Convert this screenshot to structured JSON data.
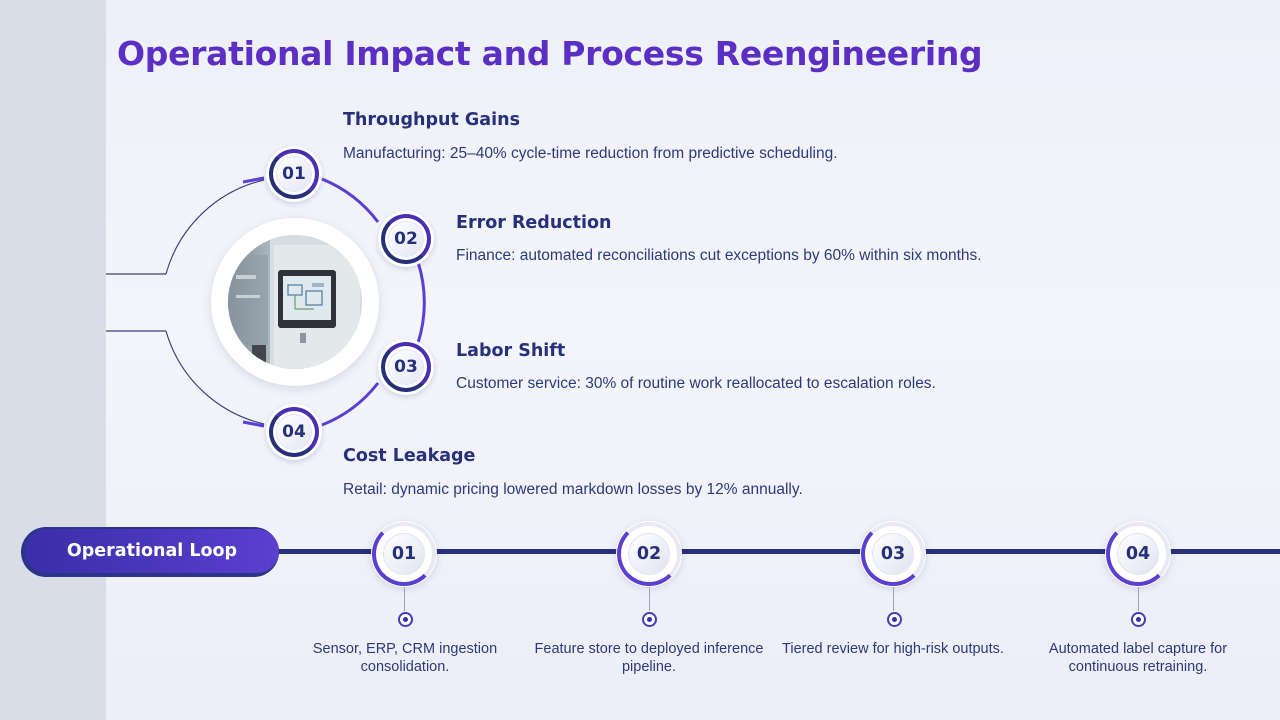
{
  "title": "Operational Impact and Process Reengineering",
  "items": [
    {
      "number": "01",
      "title": "Throughput Gains",
      "description": "Manufacturing:  25–40% cycle-time reduction from predictive scheduling."
    },
    {
      "number": "02",
      "title": "Error Reduction",
      "description": "Finance: automated reconciliations cut exceptions by 60% within six months."
    },
    {
      "number": "03",
      "title": "Labor Shift",
      "description": "Customer service: 30% of routine work reallocated to escalation roles."
    },
    {
      "number": "04",
      "title": "Cost Leakage",
      "description": "Retail: dynamic pricing lowered markdown losses by 12% annually."
    }
  ],
  "loop": {
    "label": "Operational Loop",
    "steps": [
      {
        "number": "01",
        "description": "Sensor, ERP, CRM ingestion consolidation."
      },
      {
        "number": "02",
        "description": "Feature store to deployed inference pipeline."
      },
      {
        "number": "03",
        "description": "Tiered review for high-risk outputs."
      },
      {
        "number": "04",
        "description": "Automated label capture for continuous retraining."
      }
    ]
  },
  "image": {
    "description": "industrial control panel screen"
  },
  "colors": {
    "accent": "#5b2fc4",
    "navy": "#27317a",
    "text": "#2d3a78"
  }
}
